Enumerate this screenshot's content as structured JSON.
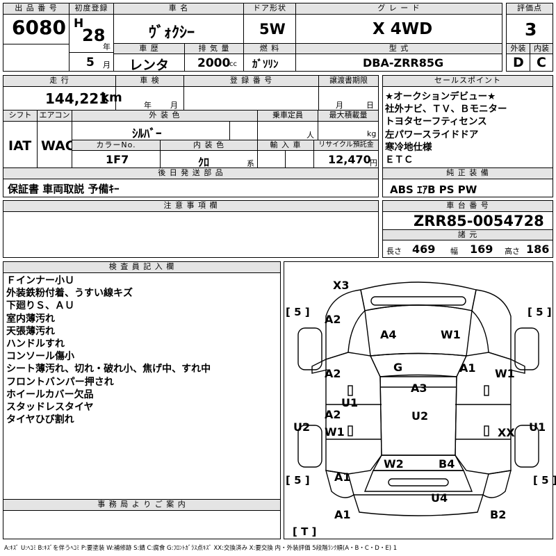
{
  "top": {
    "lot_label": "出 品 番 号",
    "lot": "6080",
    "first_reg_label": "初度登録",
    "era": "H",
    "year": "28",
    "year_unit": "年",
    "month": "5",
    "month_unit": "月",
    "car_name_label": "車 名",
    "car_name": "ｳﾞｫｸｼｰ",
    "door_label": "ドア形状",
    "door": "5W",
    "grade_label": "グ レ ー ド",
    "grade": "X 4WD",
    "score_label": "評価点",
    "score": "3",
    "history_label": "車 歴",
    "history": "レンタ",
    "displacement_label": "排 気 量",
    "displacement": "2000",
    "cc": "cc",
    "fuel_label": "燃 料",
    "fuel": "ｶﾞｿﾘﾝ",
    "model_label": "型 式",
    "model": "DBA-ZRR85G",
    "exterior_label": "外装",
    "exterior": "D",
    "interior_label": "内装",
    "interior": "C"
  },
  "mid": {
    "mileage_label": "走 行",
    "mileage": "144,221",
    "km": "km",
    "inspection_label": "車 検",
    "year_unit": "年",
    "month_unit": "月",
    "reg_no_label": "登 録 番 号",
    "transfer_label": "譲渡書期限",
    "transfer_month": "月",
    "transfer_day": "日",
    "shift_label": "シフト",
    "shift": "IAT",
    "ac_label": "エアコン",
    "ac": "WAC",
    "ext_color_label": "外 装 色",
    "ext_color": "ｼﾙﾊﾞｰ",
    "capacity_label": "乗車定員",
    "capacity_unit": "人",
    "load_label": "最大積載量",
    "load_unit": "kg",
    "color_no_label": "カラーNo.",
    "color_no": "1F7",
    "int_color_label": "内 装 色",
    "int_color": "ｸﾛ",
    "int_color_unit": "系",
    "import_label": "輸 入 車",
    "recycle_label": "リサイクル預託金",
    "recycle": "12,470",
    "recycle_unit": "円",
    "later_label": "後 日 発 送 部 品",
    "later": "保証書 車両取説 予備ｷｰ",
    "notes_label": "注 意 事 項 欄"
  },
  "sales": {
    "label": "セールスポイント",
    "items": [
      "★オークションデビュー★",
      "社外ナビ、ＴＶ、Ｂモニター",
      "トヨタセーフティセンス",
      "左パワースライドドア",
      "寒冷地仕様",
      "ＥＴＣ"
    ]
  },
  "equipment": {
    "label": "純 正 装 備",
    "value": "ABS ｴｱB PS PW"
  },
  "chassis": {
    "label": "車 台 番 号",
    "value": "ZRR85-0054728",
    "spec_label": "諸 元",
    "length_label": "長さ",
    "length": "469",
    "width_label": "幅",
    "width": "169",
    "height_label": "高さ",
    "height": "186"
  },
  "inspector": {
    "label": "検 査 員 記 入 欄",
    "items": [
      "Ｆインナー小Ｕ",
      "外装鉄粉付着、うすい線キズ",
      "下廻りＳ、ＡＵ",
      "室内薄汚れ",
      "天張薄汚れ",
      "ハンドルすれ",
      "コンソール傷小",
      "シート薄汚れ、切れ・破れ小、焦げ中、すれ中",
      "フロントバンパー押され",
      "ホイールカバー欠品",
      "スタッドレスタイヤ",
      "タイヤひび割れ"
    ]
  },
  "office": {
    "label": "事 務 局 よ り ご 案 内"
  },
  "diagram": {
    "tire_fl": "[ 5 ]",
    "tire_fr": "[ 5 ]",
    "tire_rl": "[ 5 ]",
    "tire_rr": "[ 5 ]",
    "spare": "[ T ]",
    "marks": {
      "x3": "X3",
      "a2_fl": "A2",
      "a4": "A4",
      "w1_hood": "W1",
      "g": "G",
      "a1_fr": "A1",
      "w1_r": "W1",
      "a2_door": "A2",
      "a3": "A3",
      "u1_l": "U1",
      "a2_rear": "A2",
      "w1_rear": "W1",
      "u2_c": "U2",
      "u2_l": "U2",
      "xx": "XX",
      "u1_r": "U1",
      "w2": "W2",
      "b4": "B4",
      "a1_rl": "A1",
      "u4": "U4",
      "a1_bl": "A1",
      "b2": "B2"
    }
  },
  "legend": "A:ｷｽﾞ U:ﾍｺﾐ B:ｷｽﾞを伴うﾍｺﾐ P:要塗装 W:補修跡 S:錆 C:腐食 G:ﾌﾛﾝﾄｶﾞﾗｽ点ｷｽﾞ XX:交換済み X:要交換 内・外装評価 5段階ﾗﾝｸ順(A・B・C・D・E) 1"
}
